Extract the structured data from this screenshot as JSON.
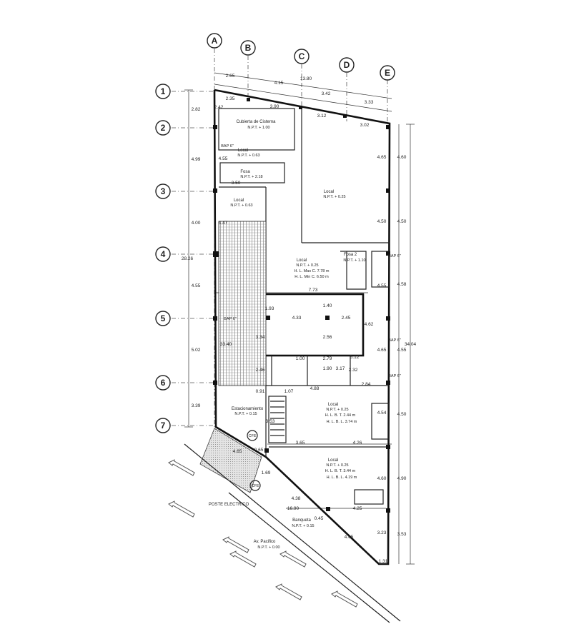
{
  "axes_letters": [
    "A",
    "B",
    "C",
    "D",
    "E"
  ],
  "axes_numbers": [
    "1",
    "2",
    "3",
    "4",
    "5",
    "6",
    "7"
  ],
  "dims_top": [
    "2.65",
    "4.15",
    "13.80",
    "3.42",
    "3.33"
  ],
  "dims_top_inner": [
    "2.35",
    "3.90",
    "3.12",
    "3.02"
  ],
  "dims_left": [
    "2.82",
    "4.99",
    "4.00",
    "4.55",
    "5.02",
    "3.39"
  ],
  "dim_left_total": "28.26",
  "dims_right": [
    "4.60",
    "4.50",
    "4.58",
    "4.55",
    "4.50",
    "4.90",
    "3.53"
  ],
  "dim_right_total": "34.04",
  "dims_right_inner": [
    "4.65",
    "4.50",
    "4.55",
    "4.65",
    "4.54",
    "4.60",
    "3.23"
  ],
  "dims_interior": [
    "2.42",
    "4.55",
    "4.47",
    "7.73",
    "4.33",
    "1.40",
    "2.45",
    "2.56",
    "1.93",
    "4.62",
    "1.00",
    "2.79",
    "1.90",
    "3.17",
    "2.32",
    "4.88",
    "2.84",
    "5.12",
    "3.50",
    "1.07",
    "3.53",
    "3.65",
    "4.26",
    "4.65",
    "0.65",
    "1.69",
    "4.38",
    "16.90",
    "0.45",
    "4.25",
    "4.65",
    "1.31",
    "33.40",
    "3.34",
    "2.46",
    "0.91"
  ],
  "rooms": [
    {
      "name": "Cubierta de Cisterna",
      "level": "N.P.T. + 1.00"
    },
    {
      "name": "Local",
      "level": "N.P.T. + 0.63"
    },
    {
      "name": "Fosa",
      "level": "N.P.T. + 2.18"
    },
    {
      "name": "Local",
      "level": "N.P.T. + 0.63"
    },
    {
      "name": "Local",
      "level": "N.P.T. + 0.25"
    },
    {
      "name": "Local",
      "level": "N.P.T. + 0.25",
      "notes": [
        "H. L. Max C. 7.78 m",
        "H. L. Min C. 6.50 m"
      ]
    },
    {
      "name": "Fosa 2",
      "level": "N.P.T. + 1.10"
    },
    {
      "name": "Estacionamiento",
      "level": "N.P.T. + 0.15"
    },
    {
      "name": "Local",
      "level": "N.P.T. + 0.25",
      "notes": [
        "H. L. B. T. 2.44 m",
        "H. L. B. L. 3.74 m"
      ]
    },
    {
      "name": "Local",
      "level": "N.P.T. + 0.25",
      "notes": [
        "H. L. B. T. 3.44 m",
        "H. L. B. L. 4.19 m"
      ]
    },
    {
      "name": "Banqueta",
      "level": "N.P.T. + 0.15"
    },
    {
      "name": "Av. Pacifico",
      "level": "N.P.T. + 0.00"
    }
  ],
  "tags": {
    "bap": [
      "BAP 6\"",
      "BAP 6\"",
      "BAP 6\"",
      "BAP 6\"",
      "BAP 6\""
    ],
    "poste": "POSTE ELECTRICO",
    "registros": [
      "CFE",
      "CFE"
    ]
  }
}
